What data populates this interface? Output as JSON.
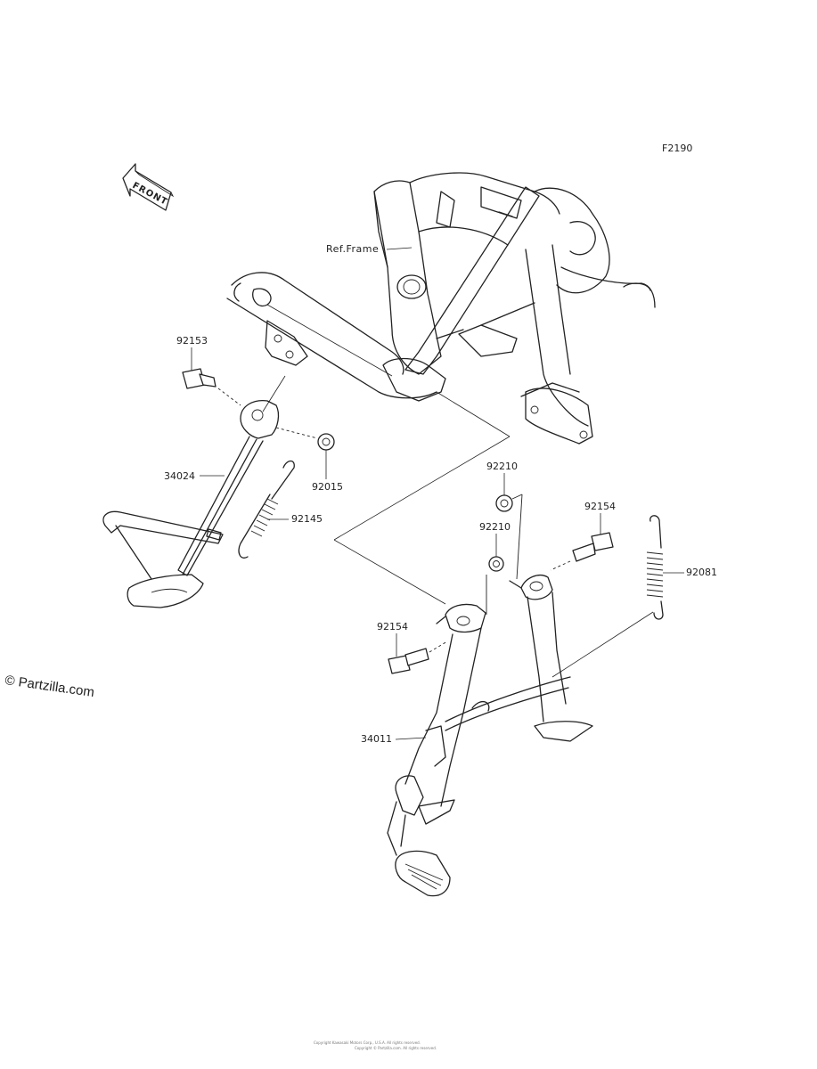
{
  "figure_id": "F2190",
  "front_label": "FRONT",
  "ref_frame_label": "Ref.Frame",
  "copyright": "© Partzilla.com",
  "footer_line1": "Copyright Kawasaki Motors Corp., U.S.A. All rights reserved.",
  "footer_line2": "Copyright © Partzilla.com. All rights reserved.",
  "parts": {
    "p92153": "92153",
    "p34024": "34024",
    "p92015": "92015",
    "p92145": "92145",
    "p92210a": "92210",
    "p92210b": "92210",
    "p92154a": "92154",
    "p92154b": "92154",
    "p92081": "92081",
    "p34011": "34011"
  }
}
